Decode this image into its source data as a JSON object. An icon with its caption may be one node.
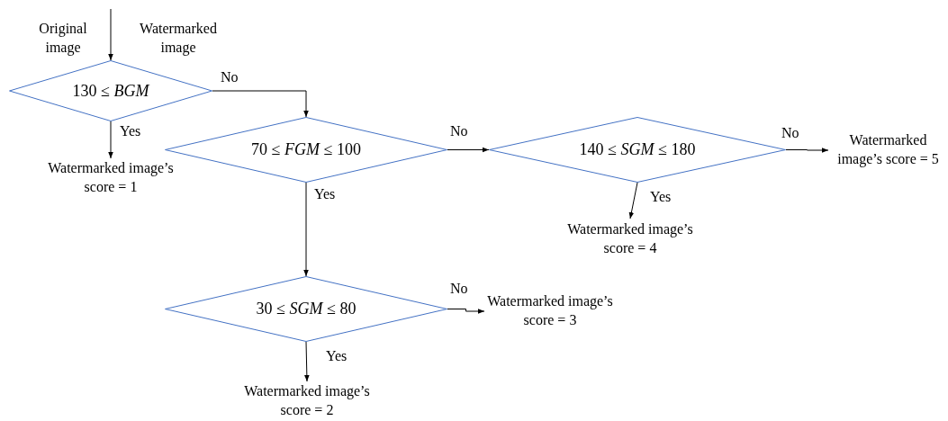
{
  "diagram": {
    "nodes": [
      {
        "text": [
          "130 ≤ *BGM*"
        ]
      },
      {
        "text": [
          "Watermarked image’s score = 1"
        ]
      },
      {
        "text": [
          "70 ≤ *FGM* ≤ 100"
        ]
      },
      {
        "text": [
          "140 ≤ *SGM* ≤ 180"
        ]
      },
      {
        "text": [
          "Watermarked image’s score = 5"
        ]
      },
      {
        "text": [
          "Watermarked image’s score = 4"
        ]
      },
      {
        "text": [
          "30 ≤ *SGM* ≤ 80"
        ]
      },
      {
        "text": [
          "Watermarked image’s score = 3"
        ]
      },
      {
        "text": [
          "Watermarked image’s score = 2"
        ]
      }
    ],
    "edges": [
      {
        "from": null,
        "to": 0,
        "arrow": "to"
      },
      {
        "from": 0,
        "to": 1,
        "arrow": "to",
        "label": "Yes"
      },
      {
        "from": 0,
        "to": 2,
        "arrow": "to",
        "label": "No"
      },
      {
        "from": 2,
        "to": 3,
        "arrow": "to",
        "label": "No"
      },
      {
        "from": 2,
        "to": 6,
        "arrow": "to",
        "label": "Yes"
      },
      {
        "from": 3,
        "to": 4,
        "arrow": "to",
        "label": "No"
      },
      {
        "from": 3,
        "to": 5,
        "arrow": "to",
        "label": "Yes"
      },
      {
        "from": 6,
        "to": 7,
        "arrow": "to",
        "label": "No"
      },
      {
        "from": 6,
        "to": 8,
        "arrow": "to",
        "label": "Yes"
      }
    ],
    "labels": [
      "Original image",
      "Watermarked image"
    ]
  }
}
